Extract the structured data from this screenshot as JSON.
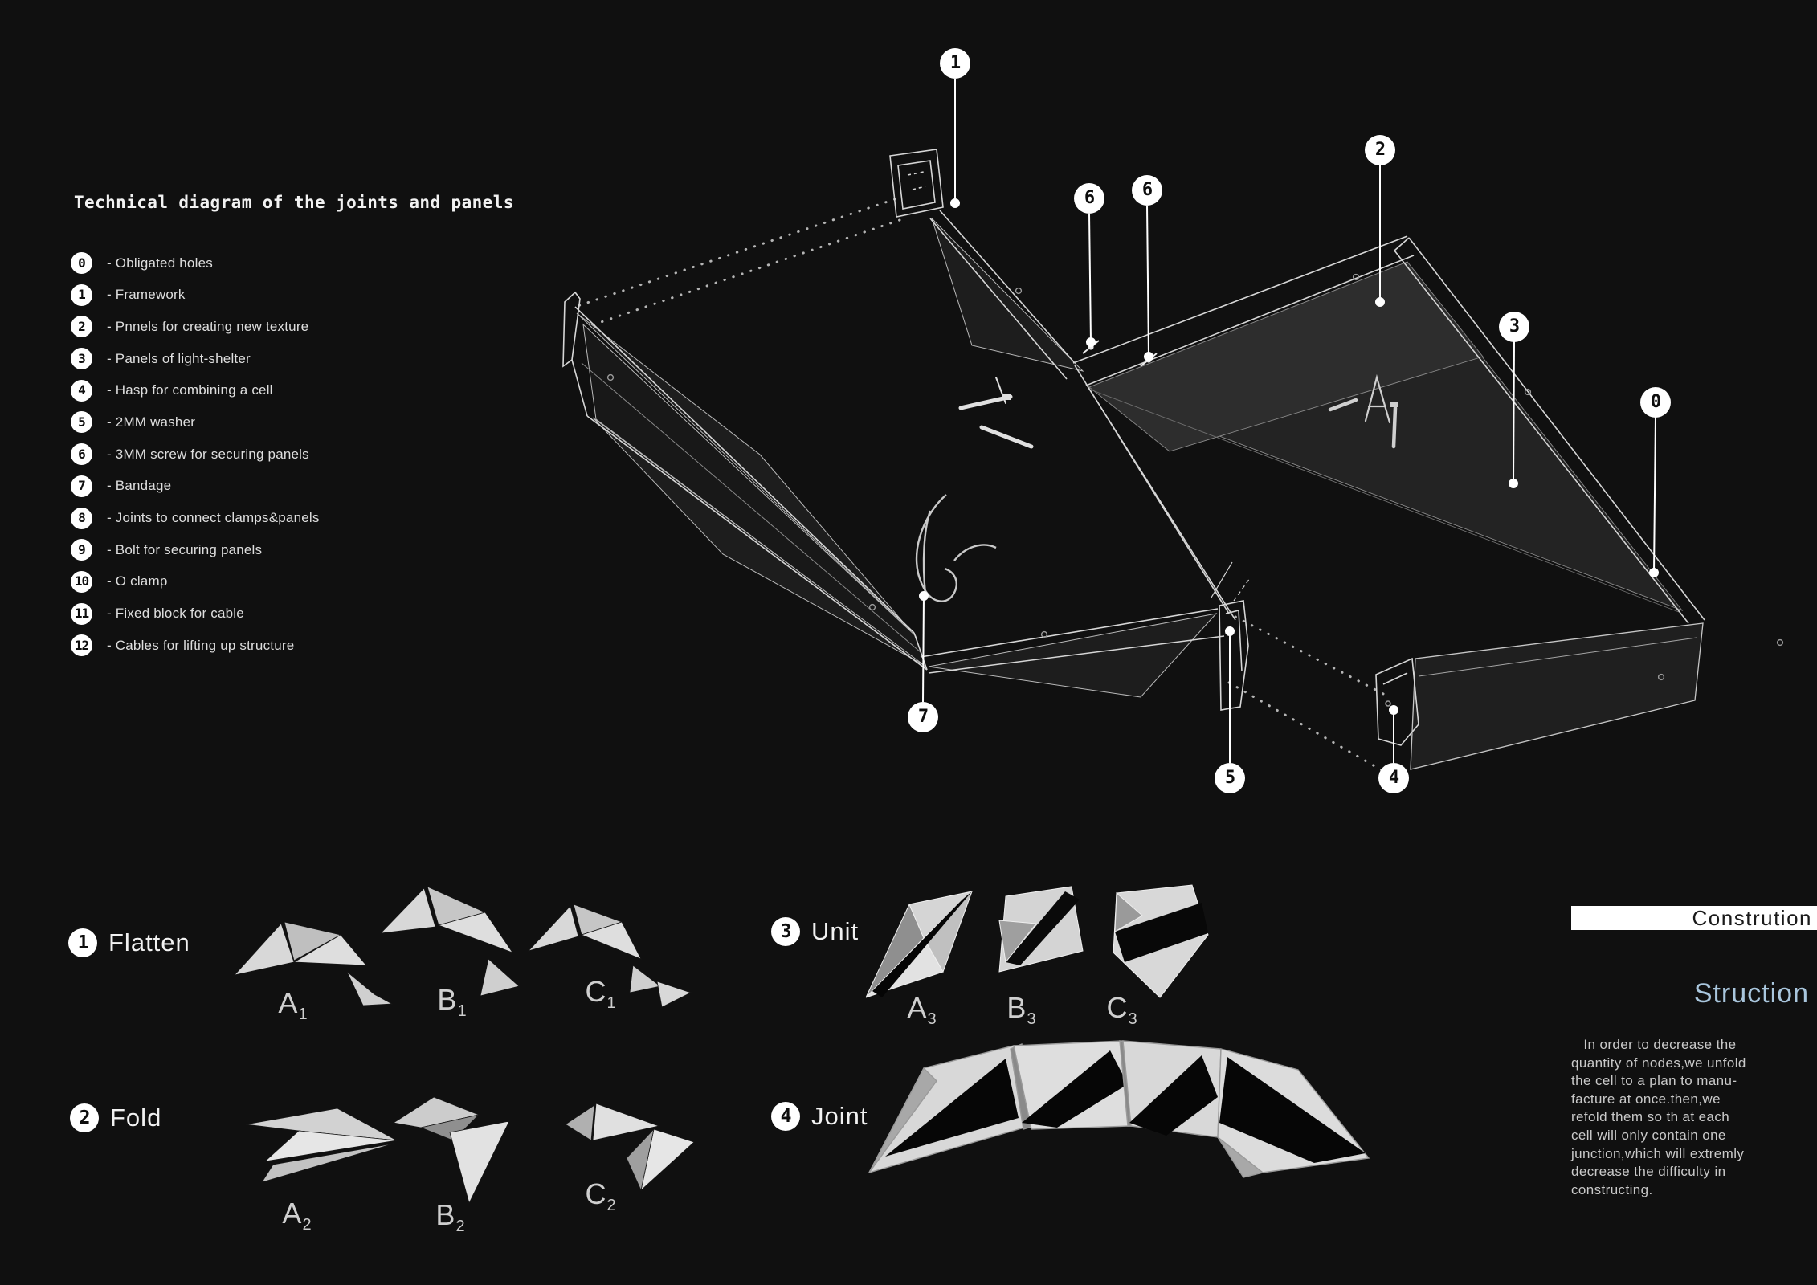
{
  "header": {
    "title": "Technical diagram of the joints and panels"
  },
  "legend": {
    "items": [
      {
        "num": "0",
        "label": "- Obligated holes"
      },
      {
        "num": "1",
        "label": "- Framework"
      },
      {
        "num": "2",
        "label": "- Pnnels for creating new texture"
      },
      {
        "num": "3",
        "label": "- Panels of light-shelter"
      },
      {
        "num": "4",
        "label": "- Hasp for combining a cell"
      },
      {
        "num": "5",
        "label": "- 2MM washer"
      },
      {
        "num": "6",
        "label": "- 3MM screw for securing panels"
      },
      {
        "num": "7",
        "label": "- Bandage"
      },
      {
        "num": "8",
        "label": "- Joints to connect  clamps&panels"
      },
      {
        "num": "9",
        "label": "- Bolt for securing panels"
      },
      {
        "num": "10",
        "label": "- O clamp"
      },
      {
        "num": "11",
        "label": "- Fixed block for cable"
      },
      {
        "num": "12",
        "label": "- Cables for lifting up structure"
      }
    ]
  },
  "drawing": {
    "callouts": [
      {
        "num": "1"
      },
      {
        "num": "6"
      },
      {
        "num": "6"
      },
      {
        "num": "2"
      },
      {
        "num": "3"
      },
      {
        "num": "0"
      },
      {
        "num": "7"
      },
      {
        "num": "5"
      },
      {
        "num": "4"
      }
    ]
  },
  "sections": {
    "flatten": {
      "num": "1",
      "label": "Flatten",
      "parts": [
        {
          "base": "A",
          "sub": "1"
        },
        {
          "base": "B",
          "sub": "1"
        },
        {
          "base": "C",
          "sub": "1"
        }
      ]
    },
    "fold": {
      "num": "2",
      "label": "Fold",
      "parts": [
        {
          "base": "A",
          "sub": "2"
        },
        {
          "base": "B",
          "sub": "2"
        },
        {
          "base": "C",
          "sub": "2"
        }
      ]
    },
    "unit": {
      "num": "3",
      "label": "Unit",
      "parts": [
        {
          "base": "A",
          "sub": "3"
        },
        {
          "base": "B",
          "sub": "3"
        },
        {
          "base": "C",
          "sub": "3"
        }
      ]
    },
    "joint": {
      "num": "4",
      "label": "Joint"
    }
  },
  "construction": {
    "bar_title": "Constrution",
    "subtitle": "Struction",
    "paragraph": "   In order to decrease the\nquantity of nodes,we unfold\nthe cell to a plan to manu-\nfacture at once.then,we\nrefold them so th at each\ncell will only contain one\njunction,which will extremly\ndecrease the difficulty in\nconstructing."
  },
  "colors": {
    "background": "#101010",
    "badge_bg": "#ffffff",
    "badge_text": "#0d0d0d",
    "wire_line": "#d6d6d6",
    "panel_dark": "#1e1e1e",
    "panel_mid": "#262626",
    "unit_light": "#d8d8d8",
    "accent_blue": "#a9c6dd",
    "bar_bg": "#ffffff",
    "bar_text": "#1a1a1a"
  }
}
